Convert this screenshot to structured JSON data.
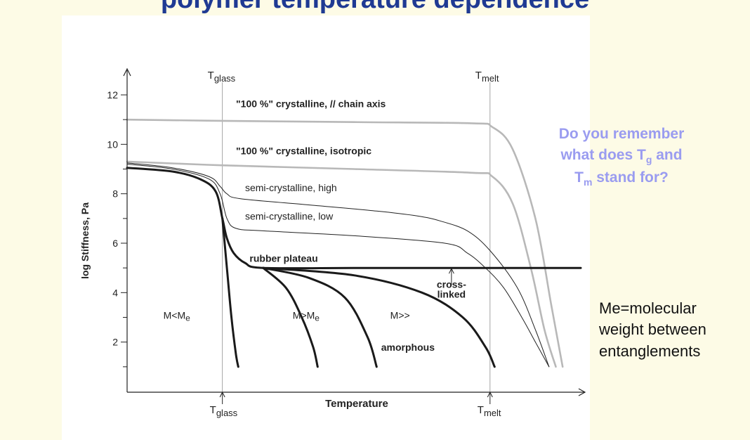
{
  "slide": {
    "title": "polymer temperature dependence",
    "question": {
      "line1": "Do you remember",
      "line2_prefix": "what does T",
      "line2_sub": "g",
      "line2_suffix": " and",
      "line3_prefix": "T",
      "line3_sub": "m",
      "line3_suffix": " stand for?"
    },
    "note": {
      "line1": "Me=molecular",
      "line2": "weight between",
      "line3": "entanglements"
    }
  },
  "chart_data": {
    "type": "line",
    "title": "",
    "xlabel": "Temperature",
    "ylabel": "log Stiffness, Pa",
    "ylim": [
      0,
      13
    ],
    "xlim": [
      0,
      10
    ],
    "y_ticks": [
      2,
      4,
      6,
      8,
      10,
      12
    ],
    "x_axis_ticks": [],
    "grid": false,
    "legend": "none",
    "transitions": [
      {
        "name": "glass",
        "x": 2.1,
        "label_main": "T",
        "label_sub": "glass"
      },
      {
        "name": "melt",
        "x": 8.0,
        "label_main": "T",
        "label_sub": "melt"
      }
    ],
    "series": [
      {
        "name": "\"100 %\" crystalline, // chain axis",
        "style": "gray",
        "x": [
          0,
          2.1,
          5,
          7.6,
          8.05,
          8.5,
          9.0,
          9.35,
          9.6
        ],
        "y": [
          11,
          10.95,
          10.9,
          10.85,
          10.7,
          9.8,
          7.0,
          3.5,
          1
        ]
      },
      {
        "name": "\"100 %\" crystalline, isotropic",
        "style": "gray",
        "x": [
          0,
          2.1,
          5,
          7.6,
          8.05,
          8.5,
          8.9,
          9.2,
          9.45
        ],
        "y": [
          9.3,
          9.15,
          9.0,
          8.85,
          8.7,
          7.6,
          5.0,
          2.5,
          1
        ]
      },
      {
        "name": "semi-crystalline, high",
        "style": "thin",
        "x": [
          0,
          1.0,
          1.8,
          2.05,
          2.2,
          2.5,
          4,
          5.5,
          6.4,
          6.9,
          7.5,
          8.0,
          8.6,
          9.0,
          9.3
        ],
        "y": [
          9.25,
          9.05,
          8.7,
          8.3,
          8.0,
          7.8,
          7.55,
          7.3,
          7.1,
          6.9,
          6.5,
          5.7,
          4.2,
          2.5,
          1
        ]
      },
      {
        "name": "semi-crystalline, low",
        "style": "thin",
        "x": [
          0,
          1.0,
          1.8,
          2.05,
          2.2,
          2.4,
          3.0,
          5,
          7.0,
          7.5,
          7.9,
          8.3,
          8.7,
          9.0,
          9.3
        ],
        "y": [
          9.2,
          9.0,
          8.6,
          8.0,
          7.0,
          6.6,
          6.5,
          6.3,
          6.0,
          5.6,
          5.0,
          4.2,
          3.0,
          2.0,
          1
        ]
      },
      {
        "name": "rubber plateau",
        "style": "thick",
        "x": [
          0,
          1.0,
          1.6,
          1.95,
          2.1,
          2.2,
          2.35,
          2.6,
          3.0,
          5,
          7,
          10
        ],
        "y": [
          9.05,
          8.9,
          8.6,
          8.1,
          7.0,
          6.2,
          5.6,
          5.2,
          5.0,
          5.0,
          5.0,
          5.0
        ]
      },
      {
        "name": "M<Me",
        "style": "thick",
        "x": [
          2.1,
          2.2,
          2.3,
          2.4,
          2.45
        ],
        "y": [
          7.0,
          5.0,
          3.0,
          1.5,
          1
        ]
      },
      {
        "name": "M>Me",
        "style": "thick",
        "x": [
          3.0,
          3.5,
          3.85,
          4.1,
          4.2
        ],
        "y": [
          5.0,
          4.2,
          3.0,
          1.8,
          1
        ]
      },
      {
        "name": "M>>",
        "style": "thick",
        "x": [
          3.0,
          4.0,
          4.8,
          5.3,
          5.5
        ],
        "y": [
          5.0,
          4.6,
          3.8,
          2.2,
          1
        ]
      },
      {
        "name": "amorphous",
        "style": "thick",
        "x": [
          3.0,
          5.0,
          6.5,
          7.4,
          7.9,
          8.1
        ],
        "y": [
          5.0,
          4.7,
          4.0,
          3.0,
          1.8,
          1
        ]
      }
    ],
    "annotations": [
      {
        "text": "\"100 %\" crystalline, // chain axis",
        "x": 2.4,
        "y": 11.5,
        "bold": true
      },
      {
        "text": "\"100 %\" crystalline, isotropic",
        "x": 2.4,
        "y": 9.6,
        "bold": true
      },
      {
        "text": "semi-crystalline, high",
        "x": 2.6,
        "y": 8.1,
        "bold": false
      },
      {
        "text": "semi-crystalline, low",
        "x": 2.6,
        "y": 6.95,
        "bold": false
      },
      {
        "text": "rubber plateau",
        "x": 2.7,
        "y": 5.25,
        "bold": true
      },
      {
        "text": "cross-",
        "x": 7.15,
        "y": 4.2,
        "bold": true,
        "anchor": "middle"
      },
      {
        "text": "linked",
        "x": 7.15,
        "y": 3.8,
        "bold": true,
        "anchor": "middle"
      },
      {
        "text": "amorphous",
        "x": 5.6,
        "y": 1.65,
        "bold": true
      }
    ],
    "arrows": [
      {
        "x": 7.15,
        "y_from": 4.3,
        "y_to": 5.0
      }
    ],
    "mass_labels": [
      {
        "main": "M<M",
        "sub": "e",
        "x": 0.8,
        "y": 2.95
      },
      {
        "main": "M>M",
        "sub": "e",
        "x": 3.65,
        "y": 2.95
      },
      {
        "main": "M>>",
        "sub": "",
        "x": 5.8,
        "y": 2.95
      }
    ]
  }
}
